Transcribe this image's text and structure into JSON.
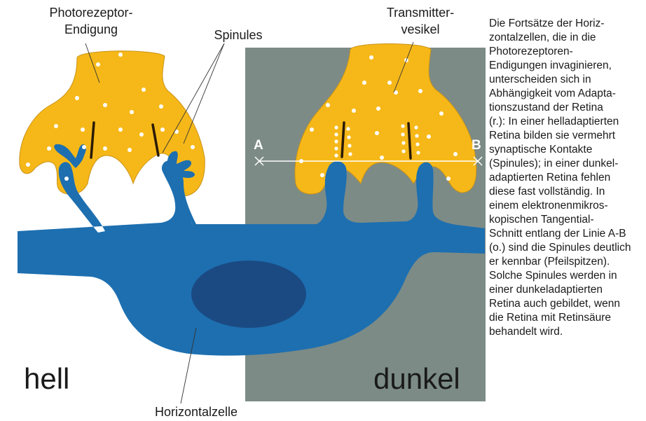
{
  "labels": {
    "photoreceptor_line1": "Photorezeptor-",
    "photoreceptor_line2": "Endigung",
    "spinules": "Spinules",
    "transmitter_line1": "Transmitter-",
    "transmitter_line2": "vesikel",
    "horizontal_cell": "Horizontalzelle",
    "light": "hell",
    "dark": "dunkel",
    "point_a": "A",
    "point_b": "B"
  },
  "caption_lines": [
    "Die Fortsätze der Horiz-",
    "zontalzellen, die in die",
    "Photorezeptoren-",
    "Endigungen invaginieren,",
    "unterscheiden sich in",
    "Abhängigkeit vom Adapta-",
    "tionszustand der Retina",
    "(r.): In einer helladaptierten",
    "Retina bilden sie vermehrt",
    "synaptische Kontakte",
    "(Spinules); in einer dunkel-",
    "adaptierten Retina fehlen",
    "diese fast vollständig. In",
    "einem elektronenmikros-",
    "kopischen Tangential-",
    "Schnitt entlang der Linie A-B",
    "(o.) sind die Spinules deutlich",
    "er kennbar (Pfeilspitzen).",
    "Solche Spinules werden in",
    "einer dunkeladaptierten",
    "Retina auch gebildet, wenn",
    "die Retina mit Retinsäure",
    "behandelt wird."
  ],
  "colors": {
    "terminal_fill": "#f6b818",
    "terminal_edge": "#c8921a",
    "horizontal_cell": "#1d6fb0",
    "nucleus": "#1b4a82",
    "dark_background": "#7c8b86",
    "light_background": "#ffffff"
  }
}
